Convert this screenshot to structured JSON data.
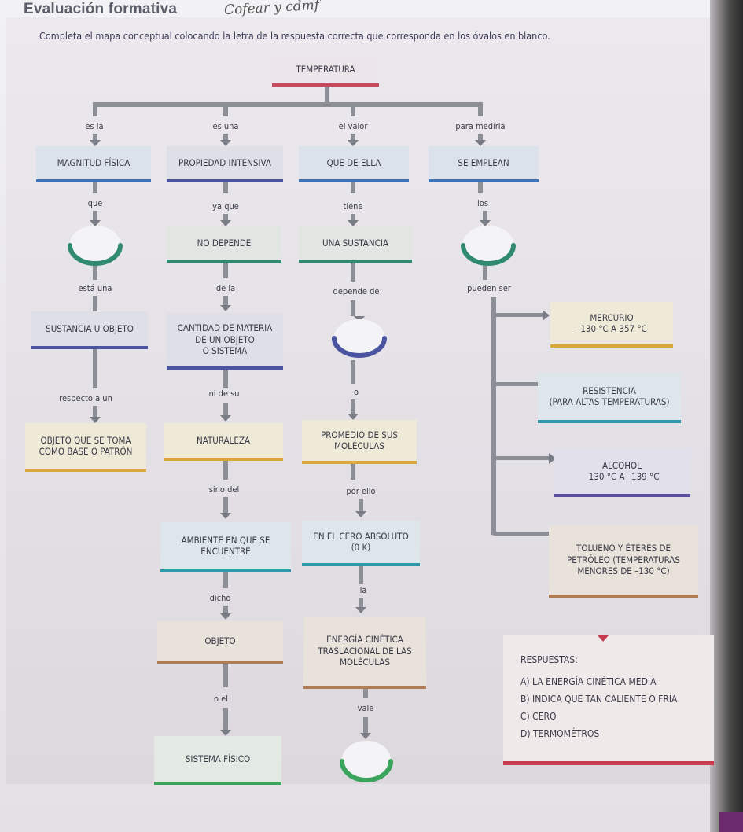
{
  "header": {
    "title": "Evaluación formativa",
    "handwriting": "Cofear y cdmf"
  },
  "instructions": "Completa el mapa conceptual colocando la letra de la respuesta correcta que corresponda en los óvalos en blanco.",
  "map": {
    "root": "TEMPERATURA",
    "links_top": [
      "es la",
      "es una",
      "el valor",
      "para medirla"
    ],
    "col1": {
      "box1": "MAGNITUD FÍSICA",
      "link1": "que",
      "link2": "está una",
      "box2": "SUSTANCIA U OBJETO",
      "link3": "respecto a un",
      "box3": "OBJETO QUE SE TOMA\nCOMO BASE O PATRÓN"
    },
    "col2": {
      "box1": "PROPIEDAD INTENSIVA",
      "link1": "ya que",
      "box2": "NO DEPENDE",
      "link2": "de la",
      "box3": "CANTIDAD DE MATERIA\nDE UN OBJETO\nO SISTEMA",
      "link3": "ni de su",
      "box4": "NATURALEZA",
      "link4": "sino del",
      "box5": "AMBIENTE EN QUE SE\nENCUENTRE",
      "link5": "dicho",
      "box6": "OBJETO",
      "link6": "o el",
      "box7": "SISTEMA FÍSICO"
    },
    "col3": {
      "box1": "QUE DE ELLA",
      "link1": "tiene",
      "box2": "UNA SUSTANCIA",
      "link2": "depende de",
      "link3": "o",
      "box3": "PROMEDIO DE SUS\nMOLÉCULAS",
      "link4": "por ello",
      "box4": "EN EL CERO ABSOLUTO\n(0 K)",
      "link5": "la",
      "box5": "ENERGÍA CINÉTICA\nTRASLACIONAL DE LAS\nMOLÉCULAS",
      "link6": "vale"
    },
    "col4": {
      "box1": "SE EMPLEAN",
      "link1": "los",
      "link2": "pueden ser",
      "items": [
        "MERCURIO\n–130 °C A 357 °C",
        "RESISTENCIA\n(PARA ALTAS TEMPERATURAS)",
        "ALCOHOL\n–130 °C A –139 °C",
        "TOLUENO Y ÉTERES DE\nPETRÓLEO (TEMPERATURAS\nMENORES DE –130 °C)"
      ]
    }
  },
  "answers": {
    "title": "RESPUESTAS:",
    "options": [
      "A) LA ENERGÍA CINÉTICA MEDIA",
      "B) INDICA QUE TAN CALIENTE O FRÍA",
      "C) CERO",
      "D) TERMOMÉTROS"
    ]
  },
  "colors": {
    "red": "#c44a5c",
    "blue": "#3d73b8",
    "green": "#2f8a6e",
    "navy": "#4a54a0",
    "yellow": "#d9a83b",
    "teal": "#2f98aa",
    "brown": "#b07c54",
    "light_green": "#3aa35c"
  }
}
